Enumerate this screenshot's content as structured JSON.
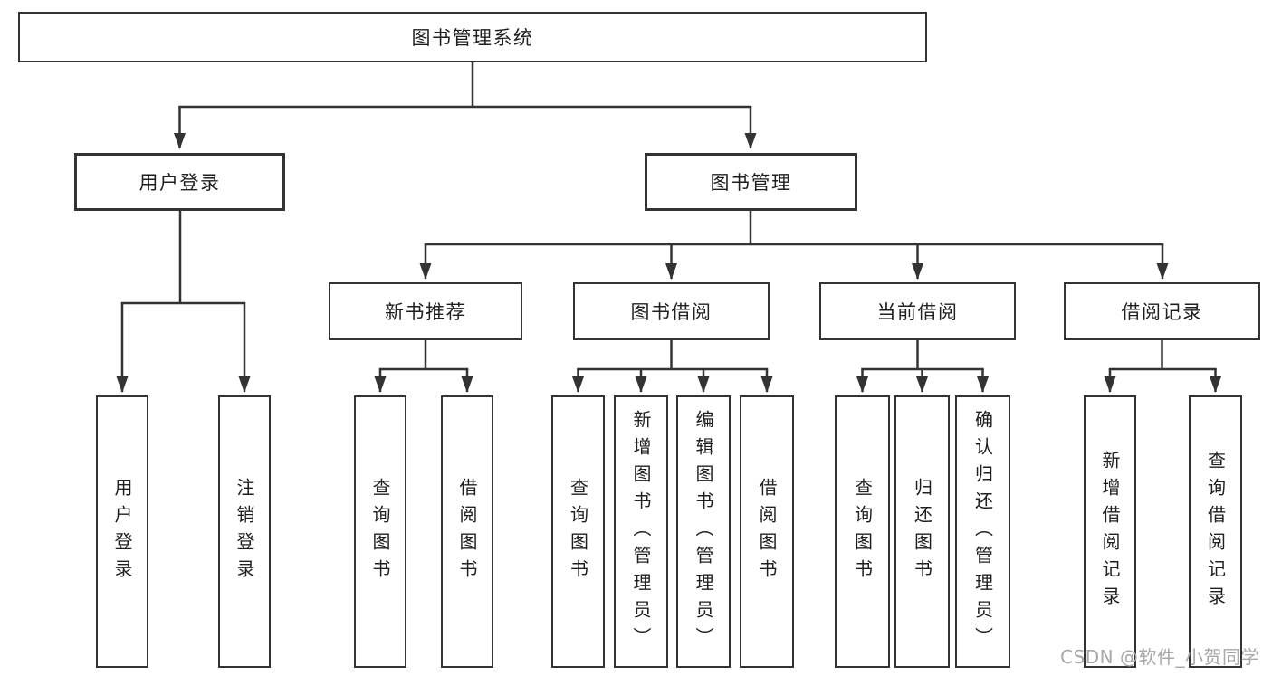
{
  "title_node": {
    "label": "图书管理系统"
  },
  "user_login": {
    "label": "用户登录",
    "children": [
      {
        "label": "用户登录"
      },
      {
        "label": "注销登录"
      }
    ]
  },
  "book_mgmt": {
    "label": "图书管理",
    "children": [
      {
        "label": "新书推荐",
        "children": [
          {
            "label": "查询图书"
          },
          {
            "label": "借阅图书"
          }
        ]
      },
      {
        "label": "图书借阅",
        "children": [
          {
            "label": "查询图书"
          },
          {
            "label": "新增图书（管理员）"
          },
          {
            "label": "编辑图书（管理员）"
          },
          {
            "label": "借阅图书"
          }
        ]
      },
      {
        "label": "当前借阅",
        "children": [
          {
            "label": "查询图书"
          },
          {
            "label": "归还图书"
          },
          {
            "label": "确认归还（管理员）"
          }
        ]
      },
      {
        "label": "借阅记录",
        "children": [
          {
            "label": "新增借阅记录"
          },
          {
            "label": "查询借阅记录"
          }
        ]
      }
    ]
  },
  "watermark": {
    "text": "CSDN @软件_小贺同学",
    "color": "#a8a8a8"
  },
  "colors": {
    "line": "#333333",
    "border": "#333333",
    "text": "#1f1f1f",
    "background": "#ffffff"
  }
}
